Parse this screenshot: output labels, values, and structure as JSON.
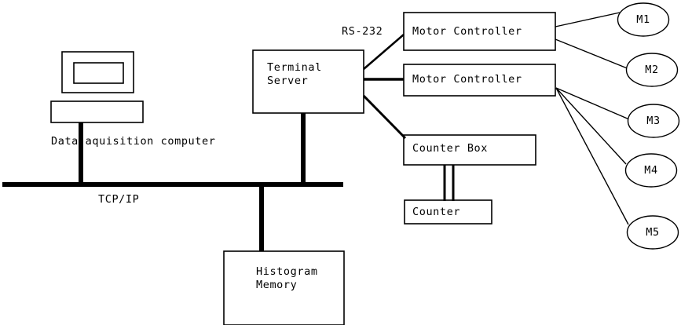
{
  "diagram": {
    "title": "Data acquisition system block diagram",
    "stroke_color": "#000000",
    "fill_color": "#ffffff",
    "background": "#ffffff"
  },
  "boxes": {
    "terminal_server": {
      "line1": "Terminal",
      "line2": "Server"
    },
    "motor_controller_1": {
      "label": "Motor Controller"
    },
    "motor_controller_2": {
      "label": "Motor Controller"
    },
    "counter_box": {
      "label": "Counter Box"
    },
    "counter": {
      "label": "Counter"
    },
    "histogram_memory": {
      "line1": "Histogram",
      "line2": "Memory"
    }
  },
  "motors": [
    {
      "label": "M1"
    },
    {
      "label": "M2"
    },
    {
      "label": "M3"
    },
    {
      "label": "M4"
    },
    {
      "label": "M5"
    }
  ],
  "labels": {
    "computer": "Data aquisition computer",
    "bus": "TCP/IP",
    "serial_link": "RS-232"
  },
  "computer": {
    "monitor_name": "monitor",
    "chassis_name": "computer-chassis"
  }
}
